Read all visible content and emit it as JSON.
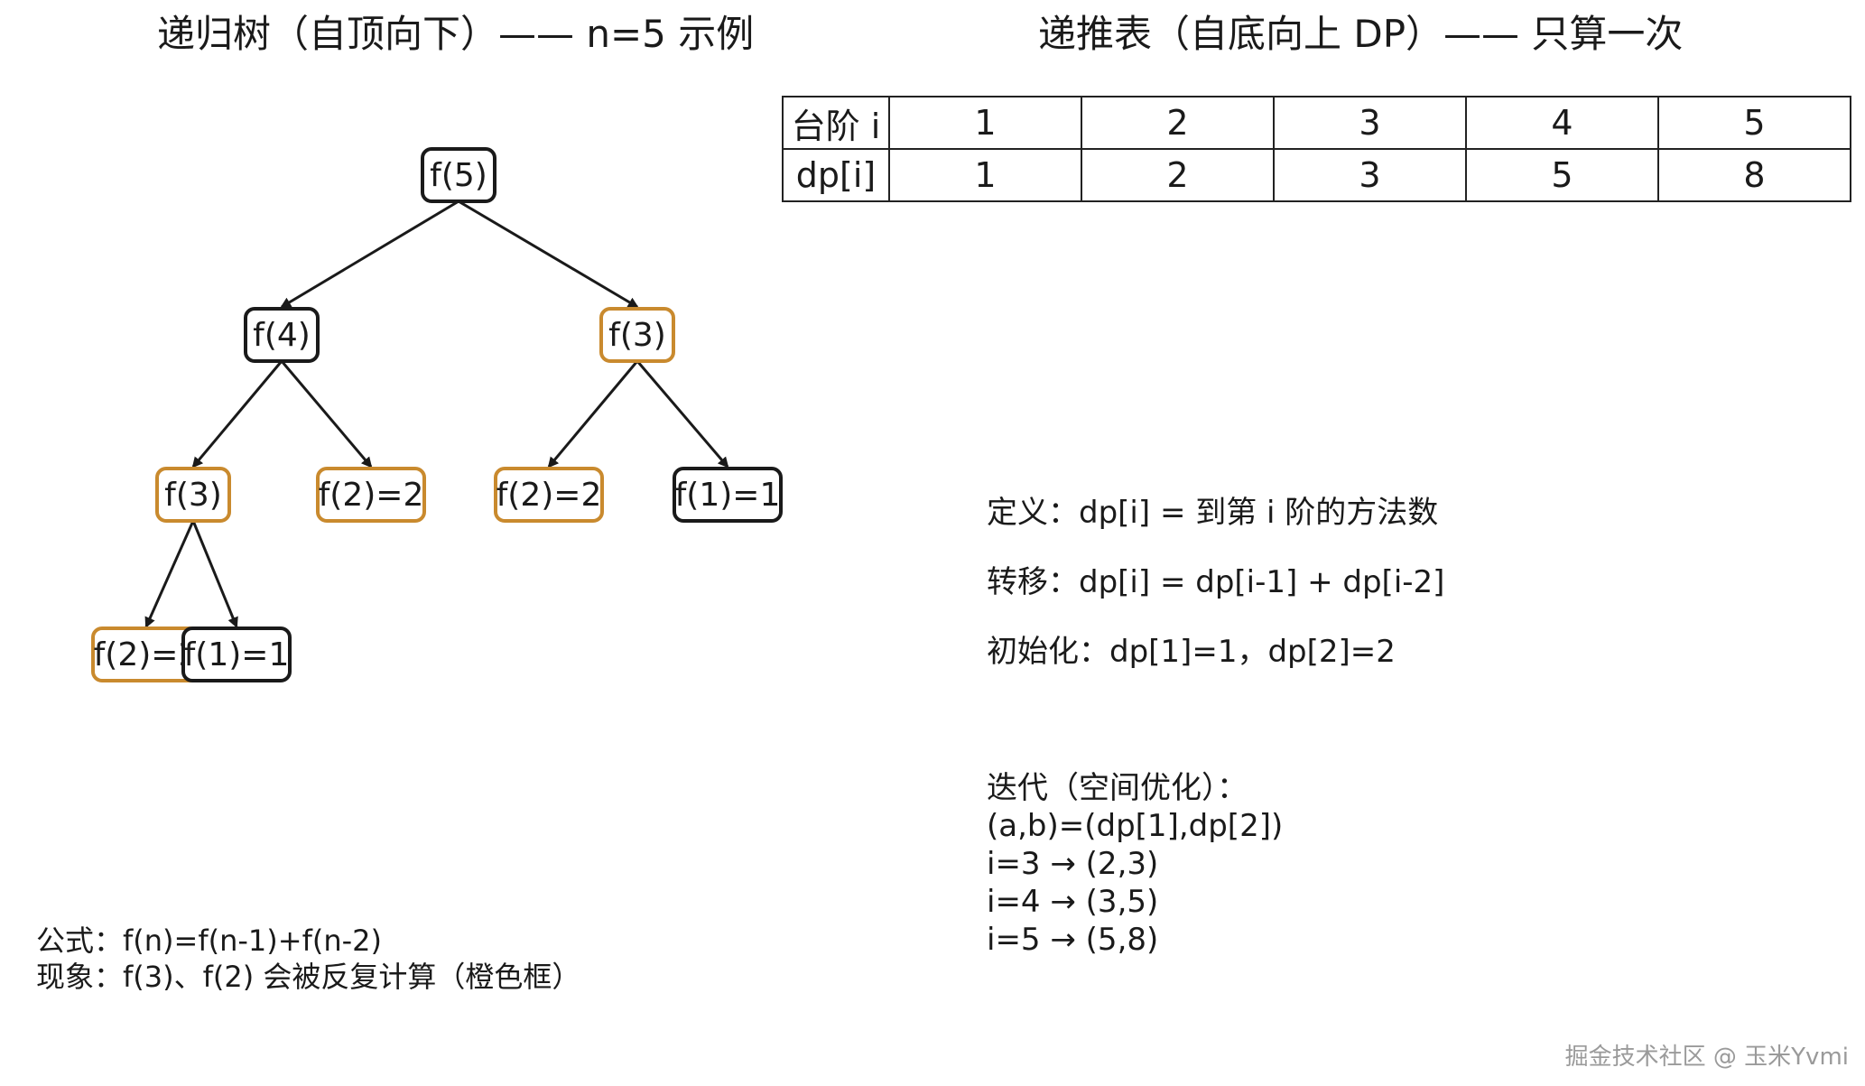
{
  "tree_title": "递归树（自顶向下）—— n=5 示例",
  "table_title": "递推表（自底向上 DP）—— 只算一次",
  "colors": {
    "normal": "#1a1a1a",
    "repeated": "#c98a2e"
  },
  "tree": {
    "nodes": [
      {
        "id": "f5",
        "label": "f(5)",
        "repeated": false
      },
      {
        "id": "f4",
        "label": "f(4)",
        "repeated": false
      },
      {
        "id": "f3a",
        "label": "f(3)",
        "repeated": true
      },
      {
        "id": "f3b",
        "label": "f(3)",
        "repeated": true
      },
      {
        "id": "f2a",
        "label": "f(2)=2",
        "repeated": true
      },
      {
        "id": "f2b",
        "label": "f(2)=2",
        "repeated": true
      },
      {
        "id": "f1a",
        "label": "f(1)=1",
        "repeated": false
      },
      {
        "id": "f2c",
        "label": "f(2)=2",
        "repeated": true
      },
      {
        "id": "f1b",
        "label": "f(1)=1",
        "repeated": false
      }
    ],
    "edges": [
      [
        "f5",
        "f4"
      ],
      [
        "f5",
        "f3a"
      ],
      [
        "f4",
        "f3b"
      ],
      [
        "f4",
        "f2a"
      ],
      [
        "f3a",
        "f2b"
      ],
      [
        "f3a",
        "f1a"
      ],
      [
        "f3b",
        "f2c"
      ],
      [
        "f3b",
        "f1b"
      ]
    ]
  },
  "table": {
    "row1_header": "台阶 i",
    "row2_header": "dp[i]",
    "i_values": [
      "1",
      "2",
      "3",
      "4",
      "5"
    ],
    "dp_values": [
      "1",
      "2",
      "3",
      "5",
      "8"
    ]
  },
  "definition": {
    "def": "定义：dp[i] = 到第 i 阶的方法数",
    "transfer": "转移：dp[i] = dp[i-1] + dp[i-2]",
    "init": "初始化：dp[1]=1，dp[2]=2"
  },
  "iteration": {
    "title": "迭代（空间优化）：",
    "lines": [
      "(a,b)=(dp[1],dp[2])",
      "i=3 → (2,3)",
      "i=4 → (3,5)",
      "i=5 → (5,8)"
    ]
  },
  "formula": {
    "line1": "公式：f(n)=f(n-1)+f(n-2)",
    "line2": "现象：f(3)、f(2) 会被反复计算（橙色框）"
  },
  "watermark": "掘金技术社区 @ 玉米Yvmi"
}
